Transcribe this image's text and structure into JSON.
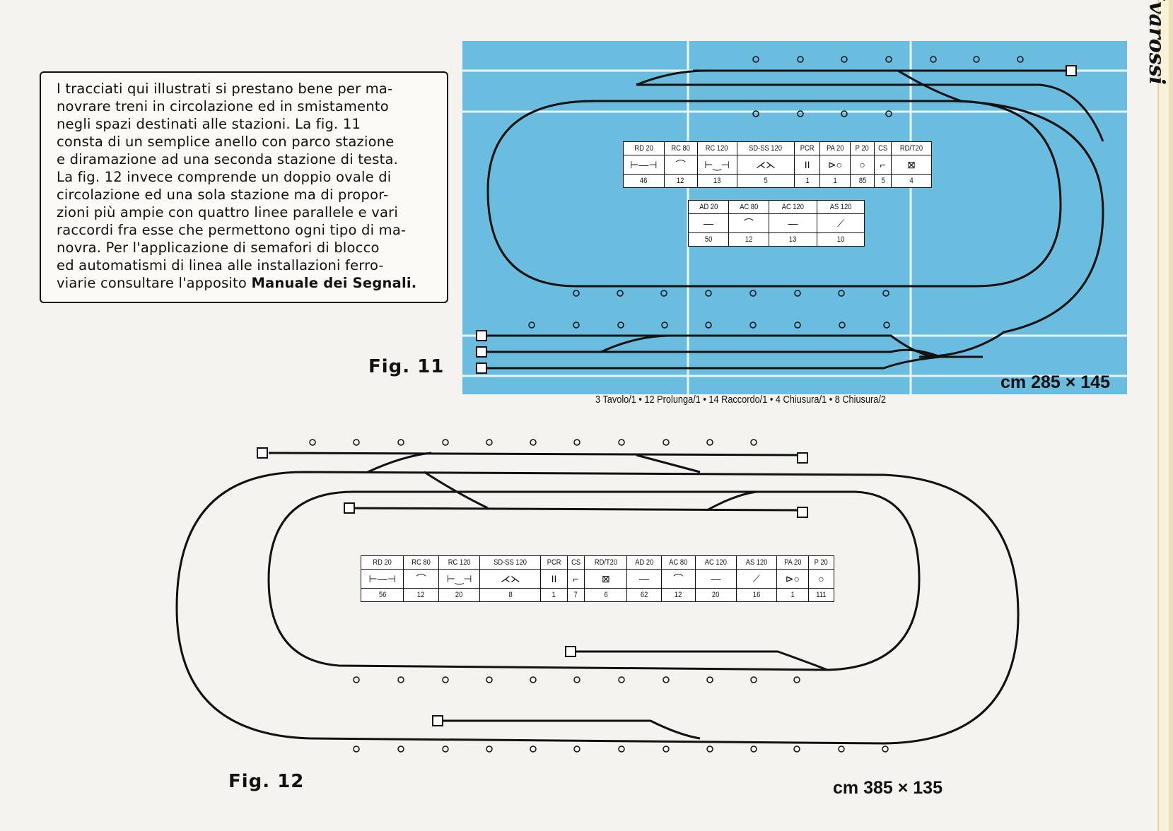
{
  "brand": "Rivarossi",
  "description_lines": [
    "I tracciati qui illustrati si prestano bene per ma-",
    "novrare treni in circolazione ed in smistamento",
    "negli spazi destinati alle stazioni. La fig. 11",
    "consta di un semplice anello con parco stazione",
    "e diramazione ad una seconda stazione di testa.",
    "La fig. 12 invece comprende un doppio ovale di",
    "circolazione ed una sola stazione ma di propor-",
    "zioni più ampie con quattro linee parallele e vari",
    "raccordi fra esse che permettono ogni tipo di ma-",
    "novra. Per l'applicazione di semafori di blocco",
    "ed automatismi di linea alle installazioni ferro-",
    "viarie consultare l'apposito"
  ],
  "description_bold": "Manuale dei Segnali.",
  "fig11": {
    "label": "Fig. 11",
    "dimensions": "cm 285 × 145",
    "caption": "3  Tavolo/1  •  12  Prolunga/1  •  14  Raccordo/1  •  4  Chiusura/1  •  8  Chiusura/2",
    "table1": {
      "headers": [
        "RD 20",
        "RC 80",
        "RC 120",
        "SD-SS 120",
        "PCR",
        "PA 20",
        "P 20",
        "CS",
        "RD/T20"
      ],
      "symbols": [
        "⊢—⊣",
        "⌒",
        "⊢‿⊣",
        "⋌⋋",
        "II",
        "⊳○",
        "○",
        "⌐",
        "⊠"
      ],
      "counts": [
        "46",
        "12",
        "13",
        "5",
        "1",
        "1",
        "85",
        "5",
        "4"
      ]
    },
    "table2": {
      "headers": [
        "AD 20",
        "AC 80",
        "AC 120",
        "AS 120"
      ],
      "symbols": [
        "—",
        "⌒",
        "—",
        "⟋"
      ],
      "counts": [
        "50",
        "12",
        "13",
        "10"
      ]
    }
  },
  "fig12": {
    "label": "Fig. 12",
    "dimensions": "cm 385 × 135",
    "table": {
      "headers": [
        "RD 20",
        "RC 80",
        "RC 120",
        "SD-SS 120",
        "PCR",
        "CS",
        "RD/T20",
        "AD 20",
        "AC 80",
        "AC 120",
        "AS 120",
        "PA 20",
        "P 20"
      ],
      "symbols": [
        "⊢—⊣",
        "⌒",
        "⊢‿⊣",
        "⋌⋋",
        "II",
        "⌐",
        "⊠",
        "—",
        "⌒",
        "—",
        "⟋",
        "⊳○",
        "○"
      ],
      "counts": [
        "56",
        "12",
        "20",
        "8",
        "1",
        "7",
        "6",
        "62",
        "12",
        "20",
        "16",
        "1",
        "111"
      ]
    }
  },
  "colors": {
    "panel_blue": "#6bbde0",
    "paper": "#f4f3ef",
    "ink": "#111111"
  }
}
